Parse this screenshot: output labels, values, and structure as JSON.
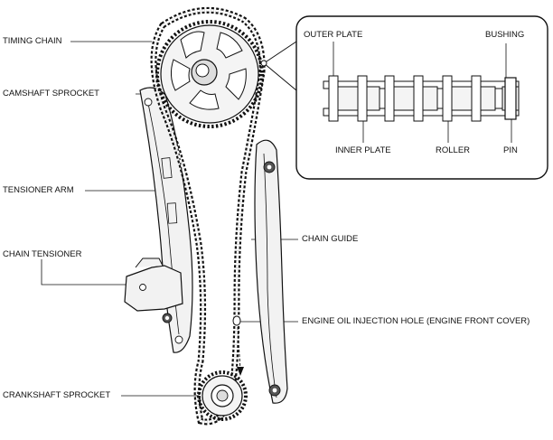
{
  "labels": {
    "timing_chain": "TIMING CHAIN",
    "camshaft_sprocket": "CAMSHAFT SPROCKET",
    "tensioner_arm": "TENSIONER ARM",
    "chain_tensioner": "CHAIN TENSIONER",
    "crankshaft_sprocket": "CRANKSHAFT SPROCKET",
    "chain_guide": "CHAIN GUIDE",
    "oil_hole": "ENGINE OIL INJECTION HOLE (ENGINE FRONT COVER)"
  },
  "detail": {
    "outer_plate": "OUTER PLATE",
    "bushing": "BUSHING",
    "inner_plate": "INNER PLATE",
    "roller": "ROLLER",
    "pin": "PIN"
  }
}
